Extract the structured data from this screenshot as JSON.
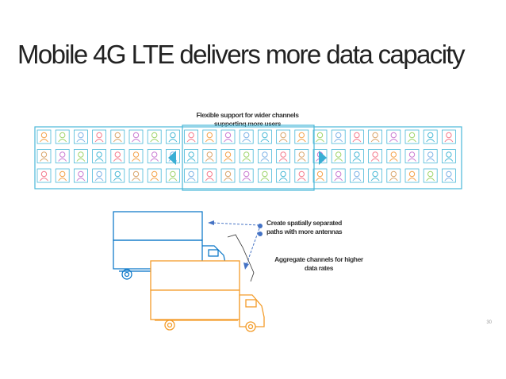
{
  "slide": {
    "title": "Mobile 4G LTE delivers more data capacity",
    "band_caption_line1": "Flexible support for wider channels",
    "band_caption_line2": "supporting more users",
    "note_spatial_line1": "Create spatially separated",
    "note_spatial_line2": "paths with more antennas",
    "note_aggregate_line1": "Aggregate channels for higher",
    "note_aggregate_line2": "data rates",
    "page_number": "30"
  },
  "colors": {
    "band_border": "#4ab8d8",
    "arrow_fill": "#3aaed4",
    "truck_back": "#0072c6",
    "truck_front": "#f39c2a",
    "connector": "#4472c4",
    "user_palette": [
      "#f4a24b",
      "#4bb9d6",
      "#c97bd2",
      "#f47b8d",
      "#9fd46b",
      "#d9a56c",
      "#7fb3e6"
    ]
  },
  "icons": {
    "user_cell": "person-icon",
    "band_arrows": "triangle-arrow-icon",
    "trucks": "truck-icon"
  }
}
